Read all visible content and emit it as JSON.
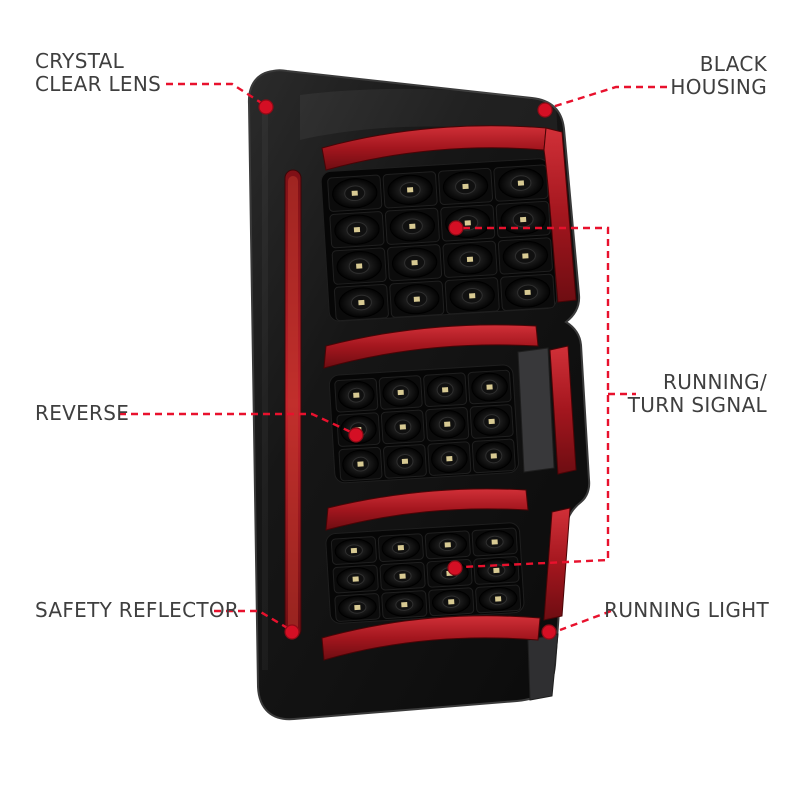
{
  "callouts": {
    "crystal_clear_lens": {
      "lines": [
        "CRYSTAL",
        "CLEAR LENS"
      ]
    },
    "black_housing": {
      "lines": [
        "BLACK",
        "HOUSING"
      ]
    },
    "reverse": {
      "lines": [
        "REVERSE"
      ]
    },
    "running_turn_signal": {
      "lines": [
        "RUNNING/",
        "TURN SIGNAL"
      ]
    },
    "safety_reflector": {
      "lines": [
        "SAFETY REFLECTOR"
      ]
    },
    "running_light": {
      "lines": [
        "RUNNING LIGHT"
      ]
    }
  },
  "colors": {
    "callout_line": "#e8112d",
    "callout_dot": "#d40f24",
    "label_text": "#3f3f3f",
    "lens_red": "#a3161e",
    "housing_black": "#101010",
    "background": "#ffffff"
  }
}
